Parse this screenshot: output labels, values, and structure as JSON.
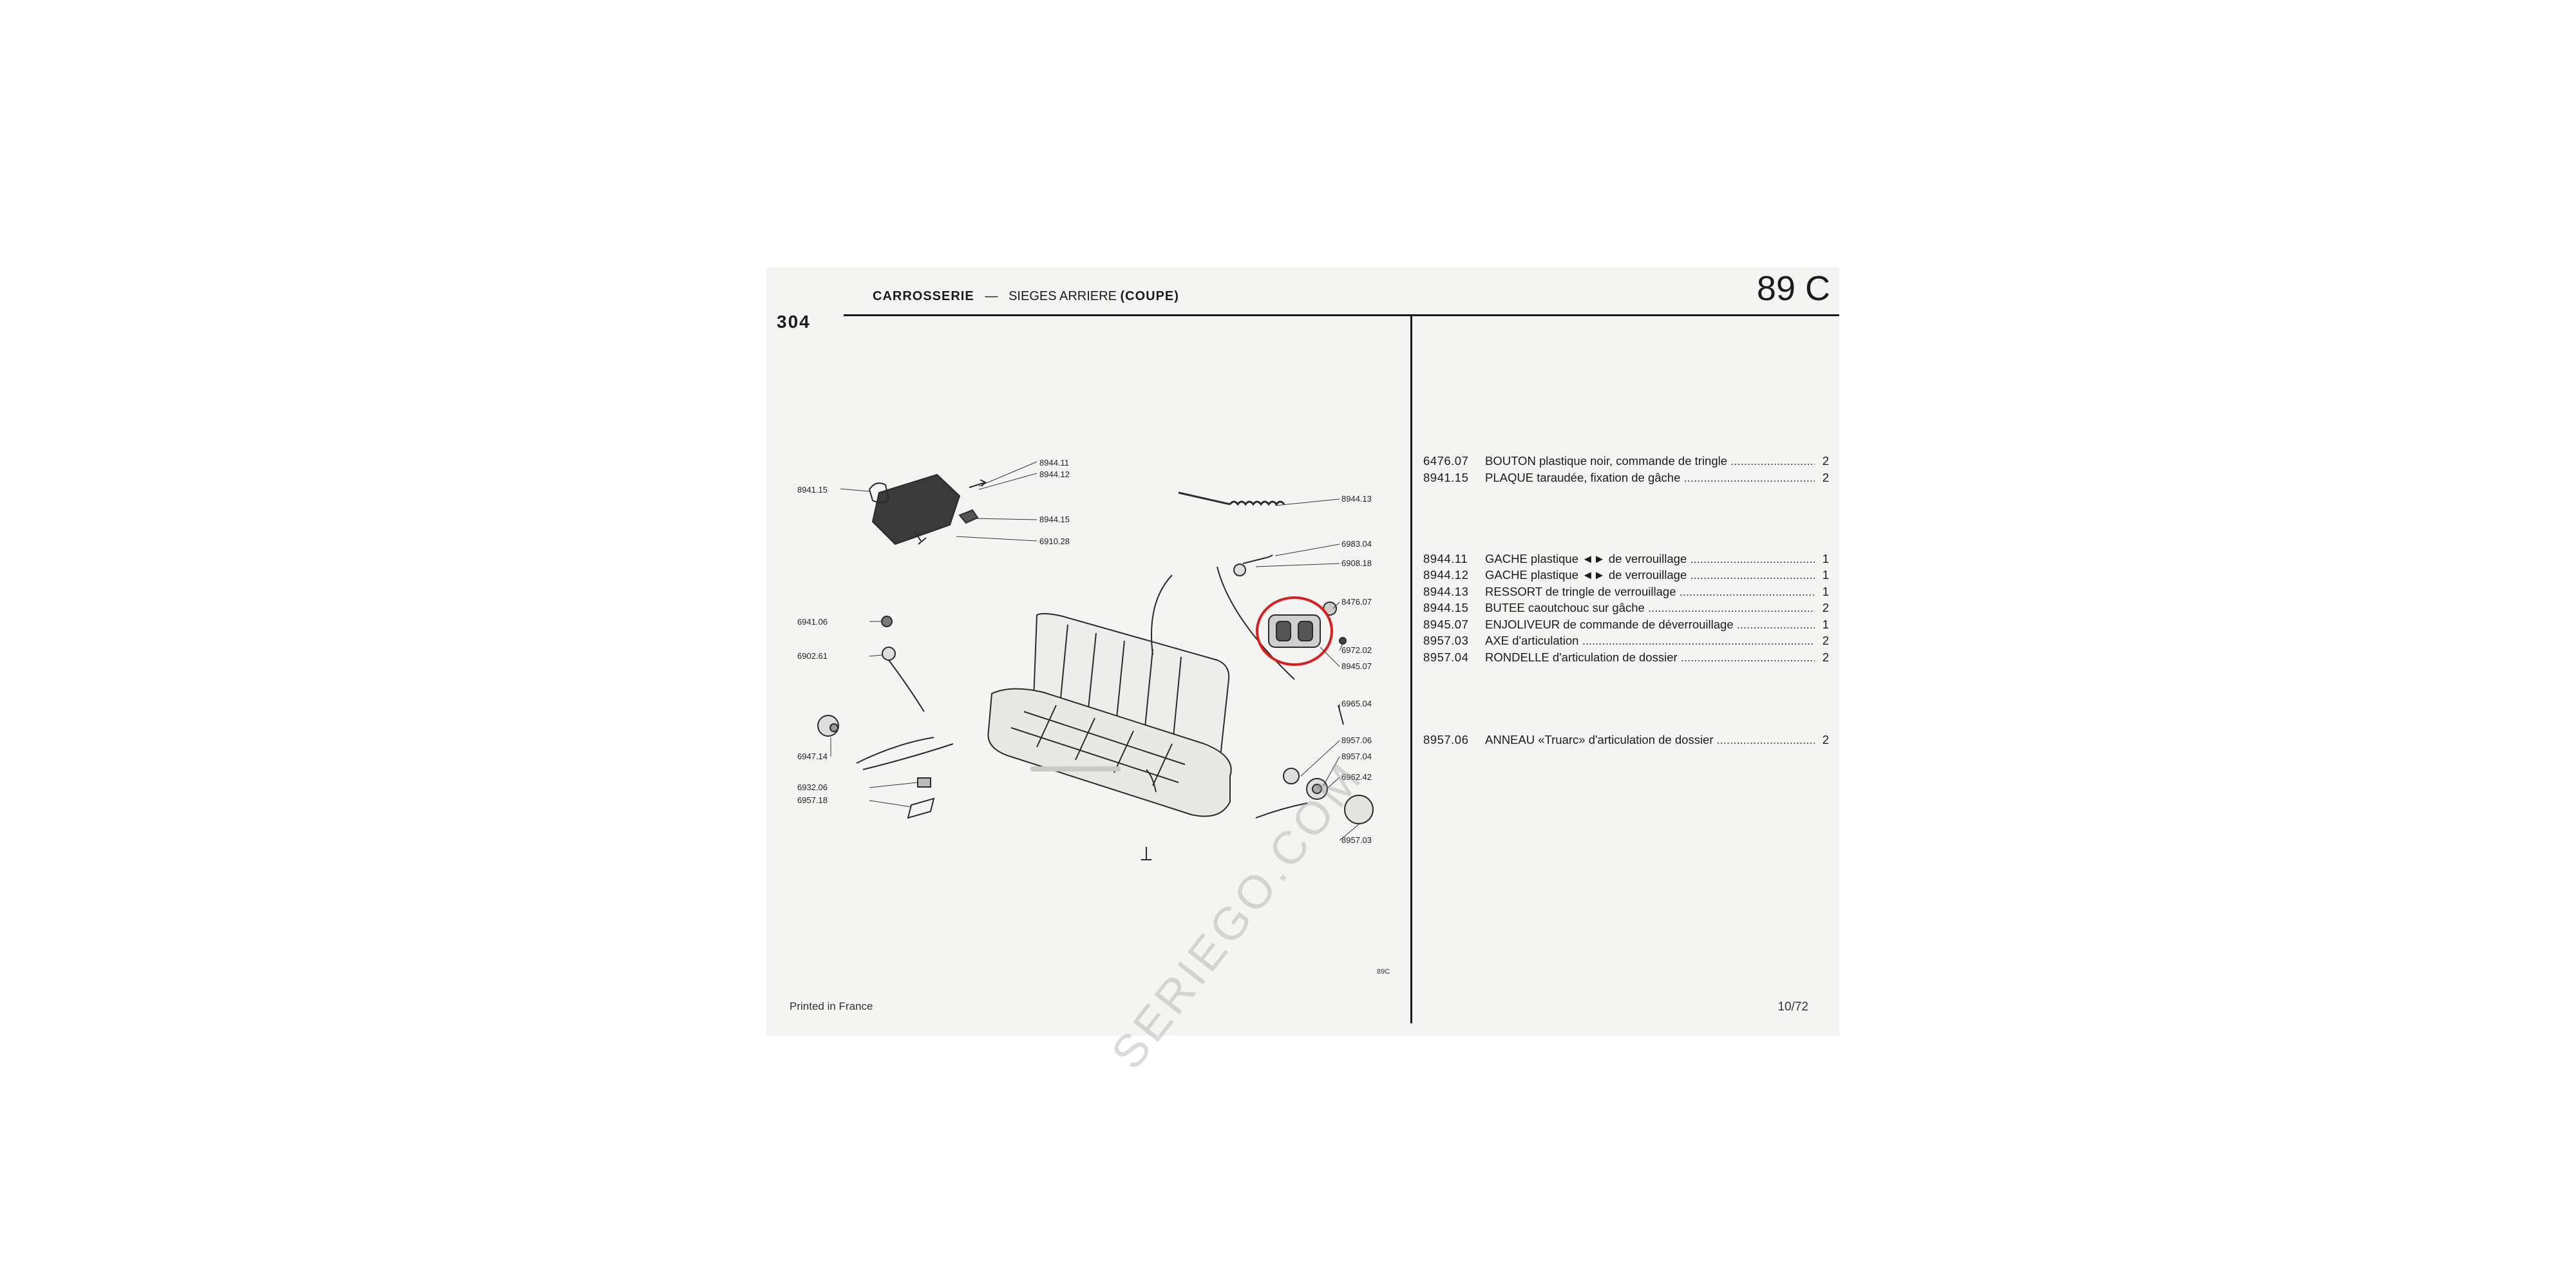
{
  "header": {
    "logo": "304",
    "title": "CARROSSERIE",
    "separator": "—",
    "subtitle": "SIEGES ARRIERE",
    "variant": "(COUPE)",
    "page_number": "89 C"
  },
  "figure": {
    "code": "89C",
    "callouts": [
      "8944.11",
      "8944.12",
      "8941.15",
      "8944.15",
      "6910.28",
      "8944.13",
      "6983.04",
      "6908.18",
      "8476.07",
      "6941.06",
      "6902.61",
      "6972.02",
      "8945.07",
      "6965.04",
      "6947.14",
      "8957.06",
      "8957.04",
      "6962.42",
      "6932.06",
      "6957.18",
      "8957.03"
    ]
  },
  "parts": [
    {
      "ref": "6476.07",
      "desc": "BOUTON plastique noir, commande de tringle",
      "qty": "2"
    },
    {
      "ref": "8941.15",
      "desc": "PLAQUE taraudée, fixation de gâche",
      "qty": "2"
    },
    {
      "ref": "8944.11",
      "desc": "GACHE plastique ◄► de verrouillage",
      "qty": "1"
    },
    {
      "ref": "8944.12",
      "desc": "GACHE plastique ◄► de verrouillage",
      "qty": "1"
    },
    {
      "ref": "8944.13",
      "desc": "RESSORT de tringle de verrouillage",
      "qty": "1"
    },
    {
      "ref": "8944.15",
      "desc": "BUTEE caoutchouc sur gâche",
      "qty": "2"
    },
    {
      "ref": "8945.07",
      "desc": "ENJOLIVEUR de commande de déverrouillage",
      "qty": "1"
    },
    {
      "ref": "8957.03",
      "desc": "AXE d'articulation",
      "qty": "2"
    },
    {
      "ref": "8957.04",
      "desc": "RONDELLE d'articulation de dossier",
      "qty": "2"
    },
    {
      "ref": "8957.06",
      "desc": "ANNEAU «Truarc» d'articulation de dossier",
      "qty": "2"
    }
  ],
  "footer": {
    "printed": "Printed in France",
    "page_ref": "10/72"
  },
  "watermark": "SERIEGO.COM",
  "colors": {
    "ink": "#1b1b1b",
    "paper": "#f4f4f2",
    "highlight": "#d81e1e"
  }
}
